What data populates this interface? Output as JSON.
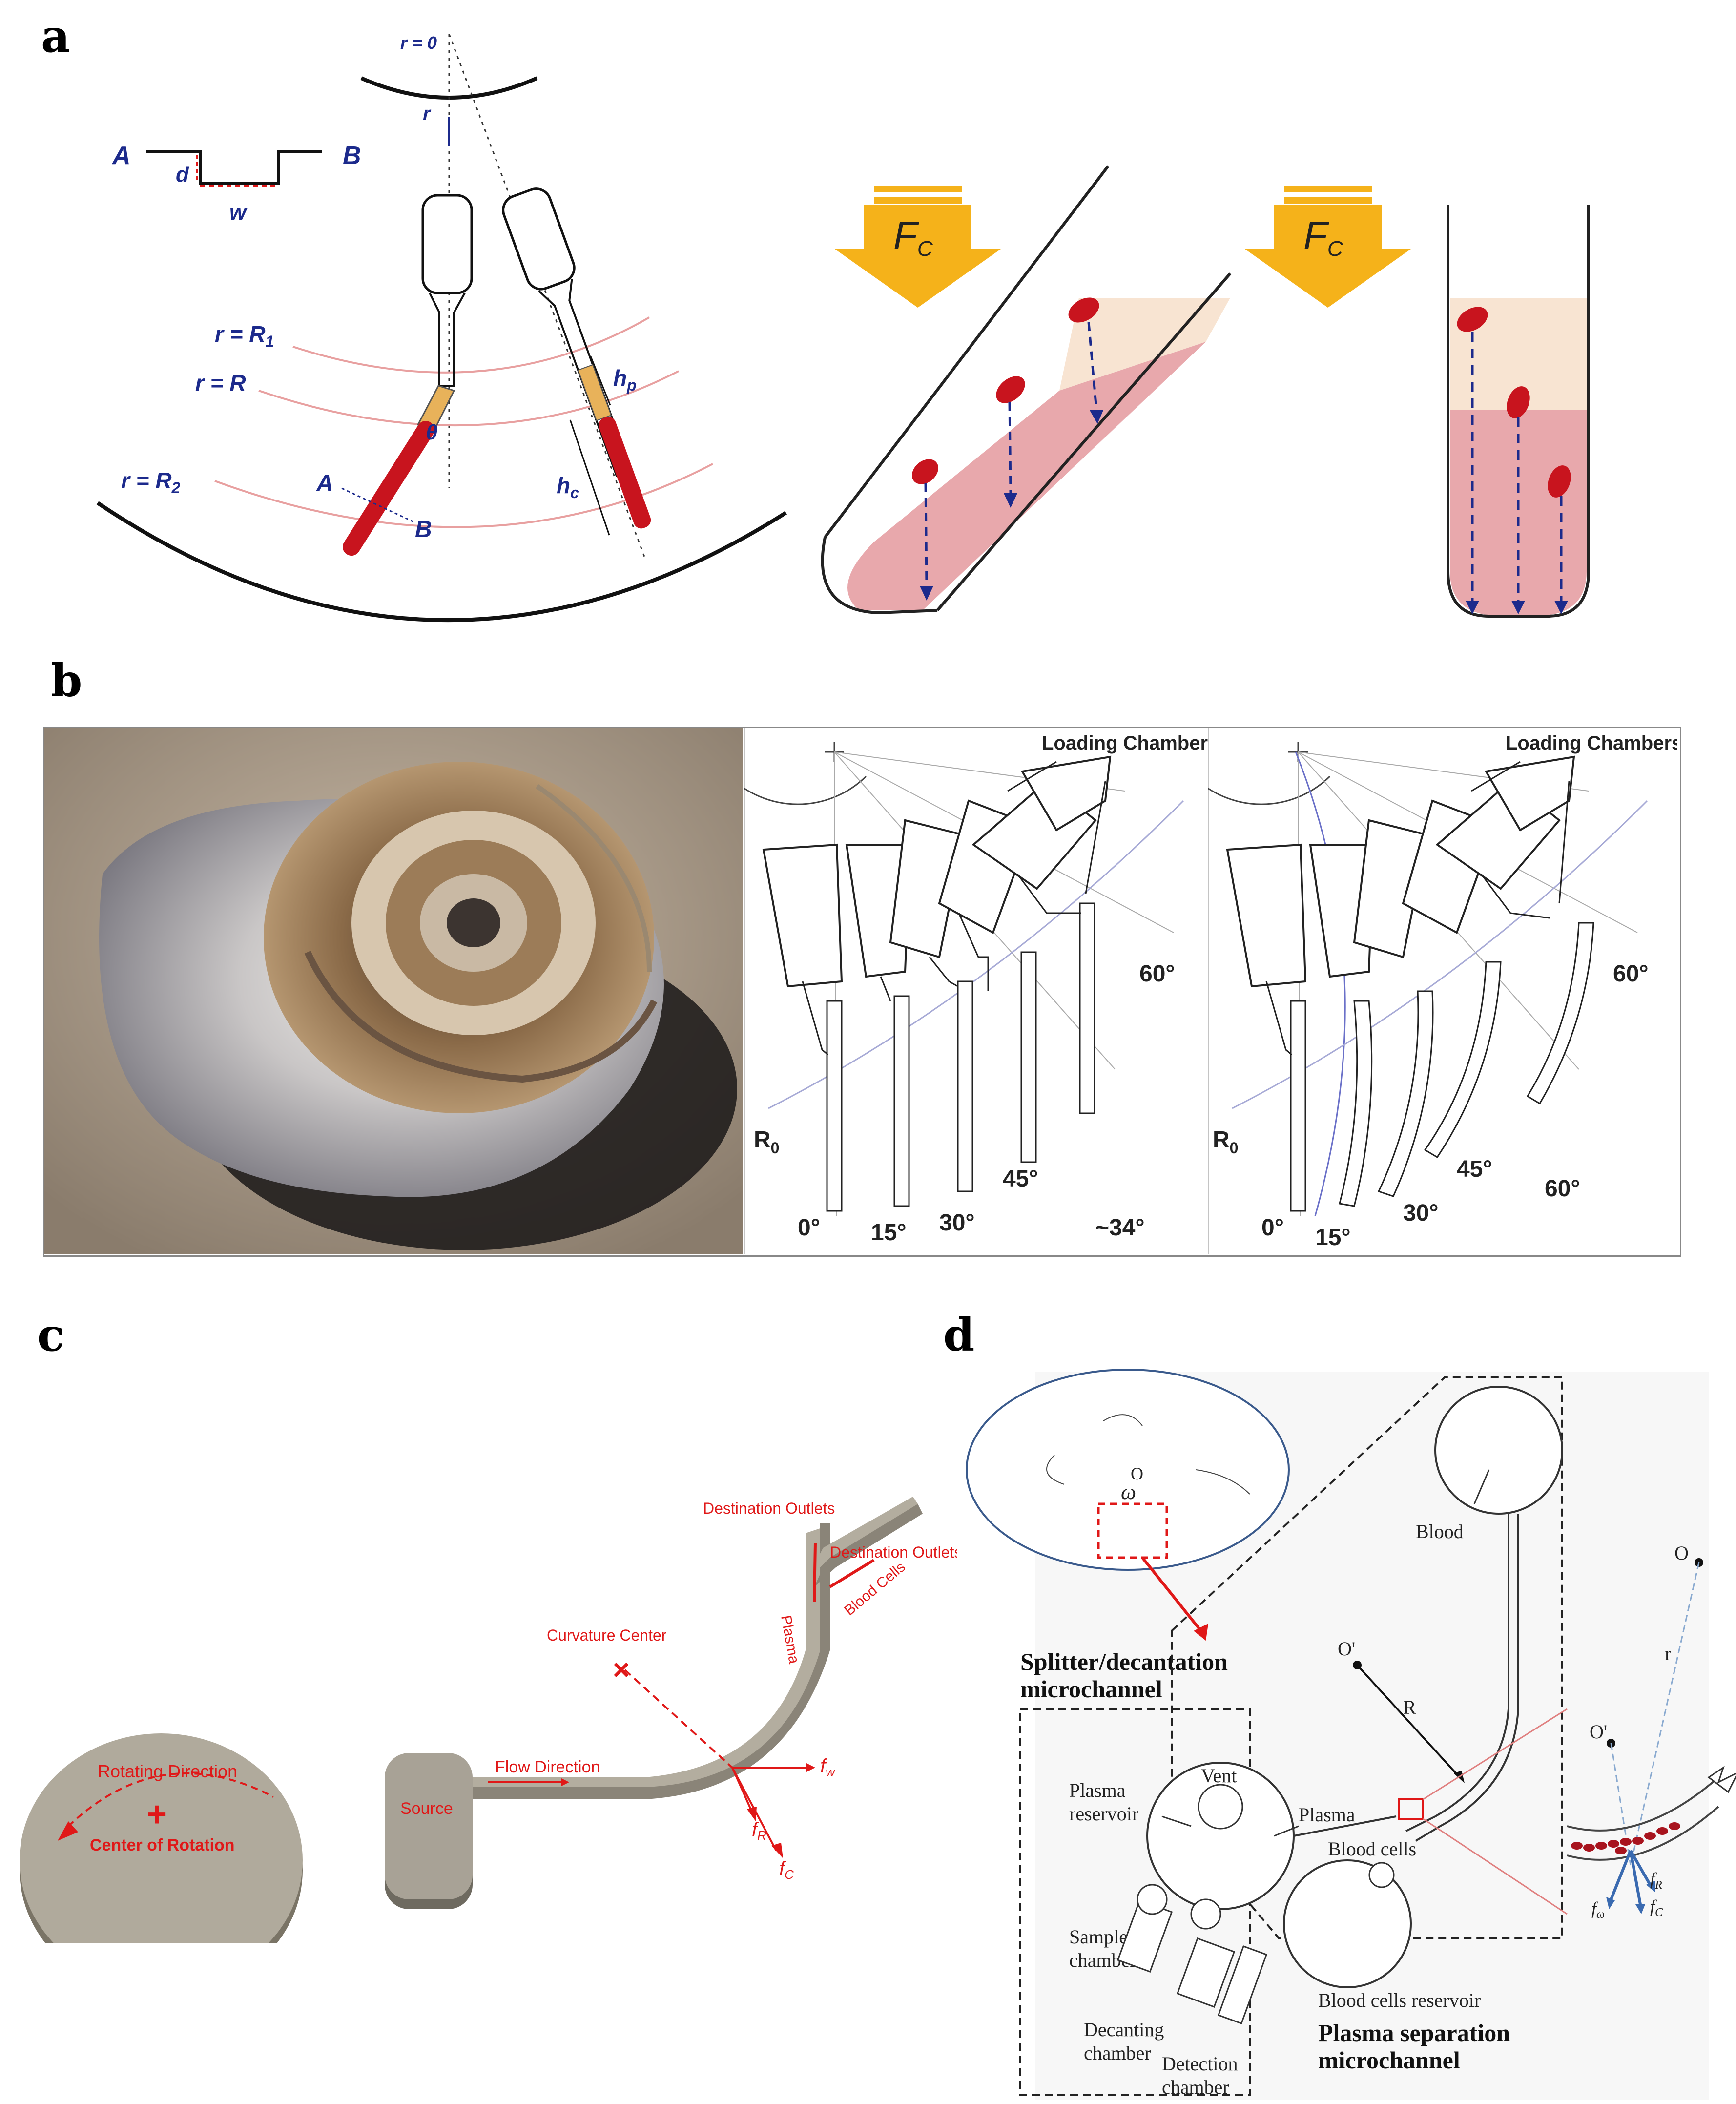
{
  "panels": {
    "a": {
      "letter": "a"
    },
    "b": {
      "letter": "b"
    },
    "c": {
      "letter": "c"
    },
    "d": {
      "letter": "d"
    }
  },
  "panel_a": {
    "r0": "r = 0",
    "r": "r",
    "A": "A",
    "B": "B",
    "d": "d",
    "w": "w",
    "rR1": "r = R",
    "rR1_sub": "1",
    "rR": "r = R",
    "rR2": "r = R",
    "rR2_sub": "2",
    "theta": "θ",
    "hp": "h",
    "hp_sub": "p",
    "hc": "h",
    "hc_sub": "c",
    "A2": "A",
    "B2": "B",
    "Fc": "F",
    "Fc_sub": "C",
    "colors": {
      "red": "#c8141e",
      "orange": "#e8b25a",
      "plasma": "#f8e4d2",
      "blood": "#e8a8ac",
      "arrow_yellow": "#f5b21a",
      "blue": "#1c2a8c"
    }
  },
  "panel_b": {
    "loading1": "Loading Chambers",
    "loading2": "Loading Chambers",
    "R0": "R",
    "R0_sub": "0",
    "angles_left": [
      "0°",
      "15°",
      "30°",
      "45°",
      "~34°",
      "60°"
    ],
    "angles_right": [
      "0°",
      "15°",
      "30°",
      "45°",
      "60°",
      "60°"
    ]
  },
  "panel_c": {
    "rotating": "Rotating Direction",
    "center": "Center of Rotation",
    "source": "Source",
    "flow": "Flow Direction",
    "curvature": "Curvature Center",
    "dest1": "Destination Outlets",
    "dest2": "Destination Outlets",
    "plasma": "Plasma",
    "blood_cells": "Blood Cells",
    "fw": "f",
    "fw_sub": "w",
    "fR": "f",
    "fR_sub": "R",
    "fC": "f",
    "fC_sub": "C"
  },
  "panel_d": {
    "omega": "ω",
    "O_center": "O",
    "splitter1": "Splitter/decantation",
    "splitter2": "microchannel",
    "blood": "Blood",
    "Oprime": "O'",
    "R": "R",
    "plasma": "Plasma",
    "vent": "Vent",
    "plasma_res1": "Plasma",
    "plasma_res2": "reservoir",
    "blood_cells": "Blood cells",
    "sample1": "Sample",
    "sample2": "chamber",
    "bc_res": "Blood cells reservoir",
    "decant1": "Decanting",
    "decant2": "chamber",
    "detect1": "Detection",
    "detect2": "chamber",
    "psep1": "Plasma separation",
    "psep2": "microchannel",
    "O_right": "O",
    "Oprime_right": "O'",
    "r_right": "r",
    "fR": "f",
    "fR_sub": "R",
    "fw": "f",
    "fw_sub": "ω",
    "fC": "f",
    "fC_sub": "C"
  }
}
